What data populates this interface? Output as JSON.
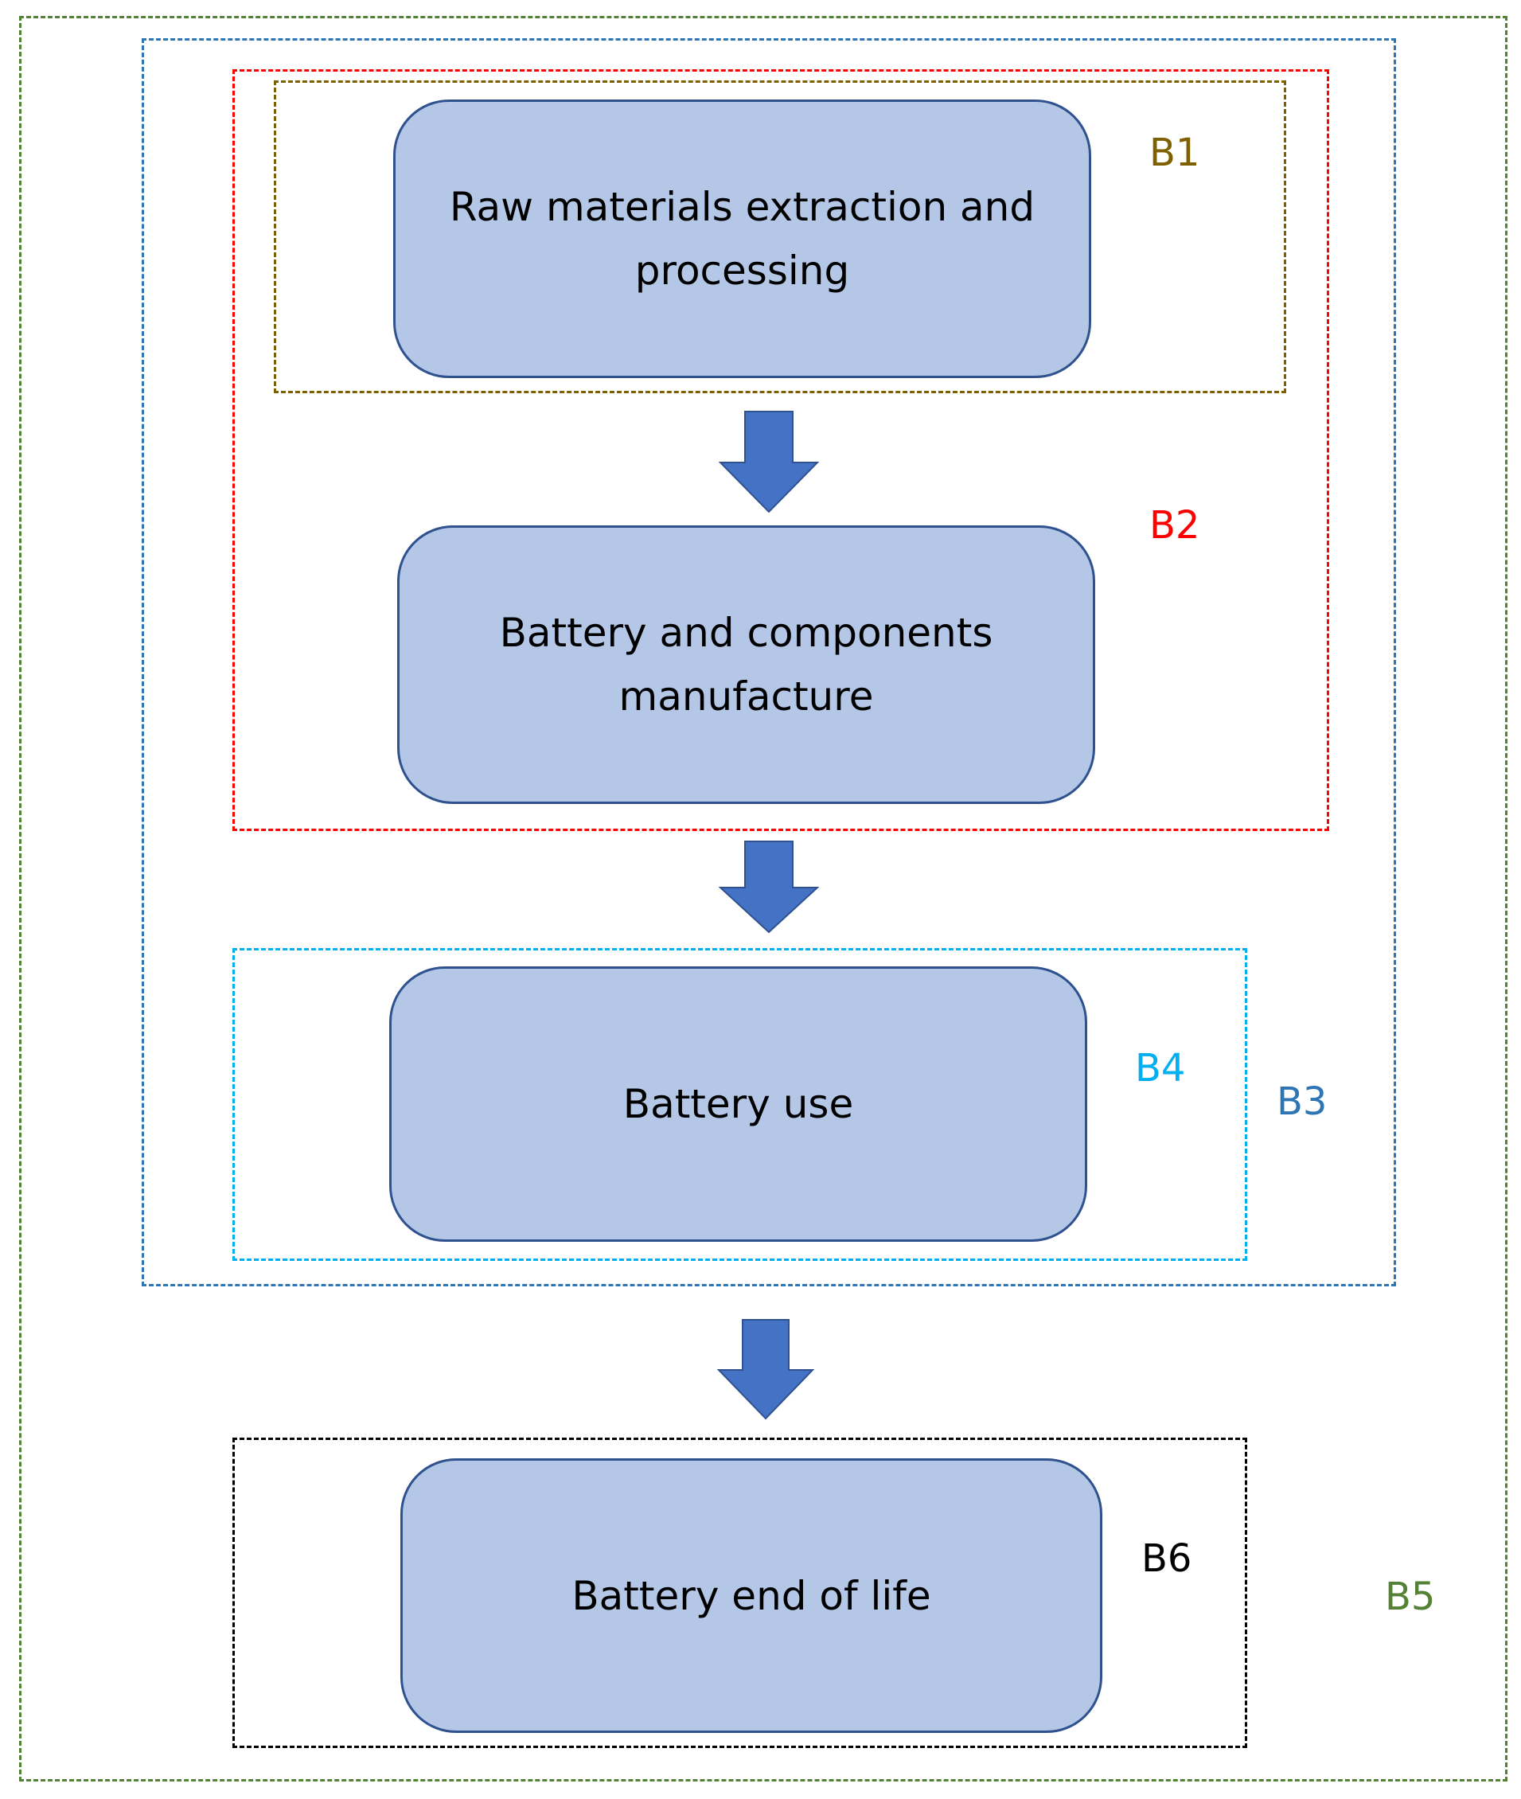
{
  "colors": {
    "stage_fill": "#b4c7e7",
    "stage_border": "#2f528f",
    "arrow": "#4472c4",
    "B1": "#7f6000",
    "B2": "#ff0000",
    "B3": "#2e75b6",
    "B4": "#00b0f0",
    "B5": "#548235",
    "B6": "#000000"
  },
  "stages": {
    "raw_materials": "Raw materials extraction and processing",
    "manufacture": "Battery and components manufacture",
    "use": "Battery use",
    "end_of_life": "Battery end of life"
  },
  "boundaries": {
    "B1": "B1",
    "B2": "B2",
    "B3": "B3",
    "B4": "B4",
    "B5": "B5",
    "B6": "B6"
  }
}
